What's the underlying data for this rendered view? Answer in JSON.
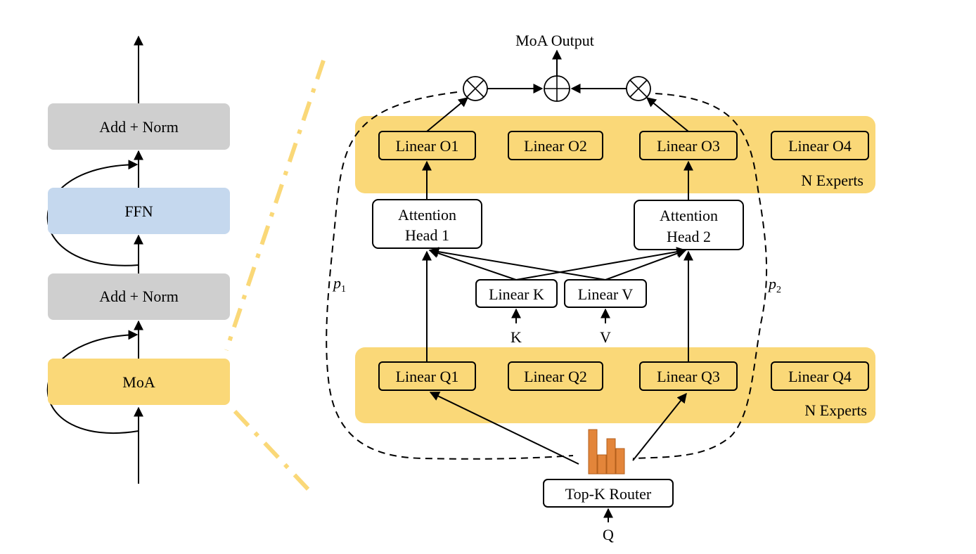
{
  "left_stack": {
    "add_norm_top": "Add + Norm",
    "ffn": "FFN",
    "add_norm_bottom": "Add + Norm",
    "moa": "MoA"
  },
  "moa_output": "MoA Output",
  "output_experts": {
    "items": [
      "Linear O1",
      "Linear O2",
      "Linear O3",
      "Linear O4"
    ],
    "label": "N Experts"
  },
  "attention_heads": [
    {
      "line1": "Attention",
      "line2": "Head 1"
    },
    {
      "line1": "Attention",
      "line2": "Head 2"
    }
  ],
  "shared_projections": {
    "linear_k": "Linear K",
    "linear_v": "Linear V",
    "k_input": "K",
    "v_input": "V"
  },
  "query_experts": {
    "items": [
      "Linear Q1",
      "Linear Q2",
      "Linear Q3",
      "Linear Q4"
    ],
    "label": "N Experts"
  },
  "router": {
    "label": "Top-K Router",
    "input": "Q"
  },
  "gates": {
    "p1": "p",
    "p1_sub": "1",
    "p2": "p",
    "p2_sub": "2"
  },
  "colors": {
    "gray_block": "#cfcfcf",
    "ffn_block": "#c5d8ee",
    "moa_block": "#fad878",
    "expert_band": "#fad878",
    "separator": "#fad878",
    "router_bars": "#e3853a"
  }
}
